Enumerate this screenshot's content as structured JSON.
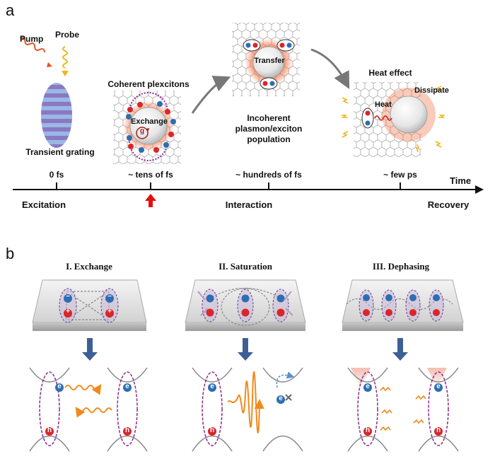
{
  "panel_a": {
    "label": "a",
    "pump": "Pump",
    "probe": "Probe",
    "transient_grating": "Transient grating",
    "coherent_plexcitons": "Coherent plexcitons",
    "exchange": "Exchange",
    "g": "g",
    "transfer": "Transfer",
    "incoherent": [
      "Incoherent",
      "plasmon/exciton",
      "population"
    ],
    "heat_effect": "Heat effect",
    "heat": "Heat",
    "dissipate": "Dissipate",
    "ticks": [
      "0 fs",
      "~ tens of fs",
      "~ hundreds of fs",
      "~ few ps"
    ],
    "time": "Time",
    "phases": [
      "Excitation",
      "Interaction",
      "Recovery"
    ]
  },
  "panel_b": {
    "label": "b",
    "titles": [
      "I. Exchange",
      "II. Saturation",
      "III. Dephasing"
    ],
    "electron": "e",
    "hole": "h",
    "minus": "−",
    "plus": "+"
  },
  "colors": {
    "red": "#d9262a",
    "blue": "#2d6db3",
    "purple": "#8a2a8c",
    "orange": "#f08a1e",
    "grating_purple": "#8b78c4",
    "grating_blue": "#9ab8e4"
  }
}
